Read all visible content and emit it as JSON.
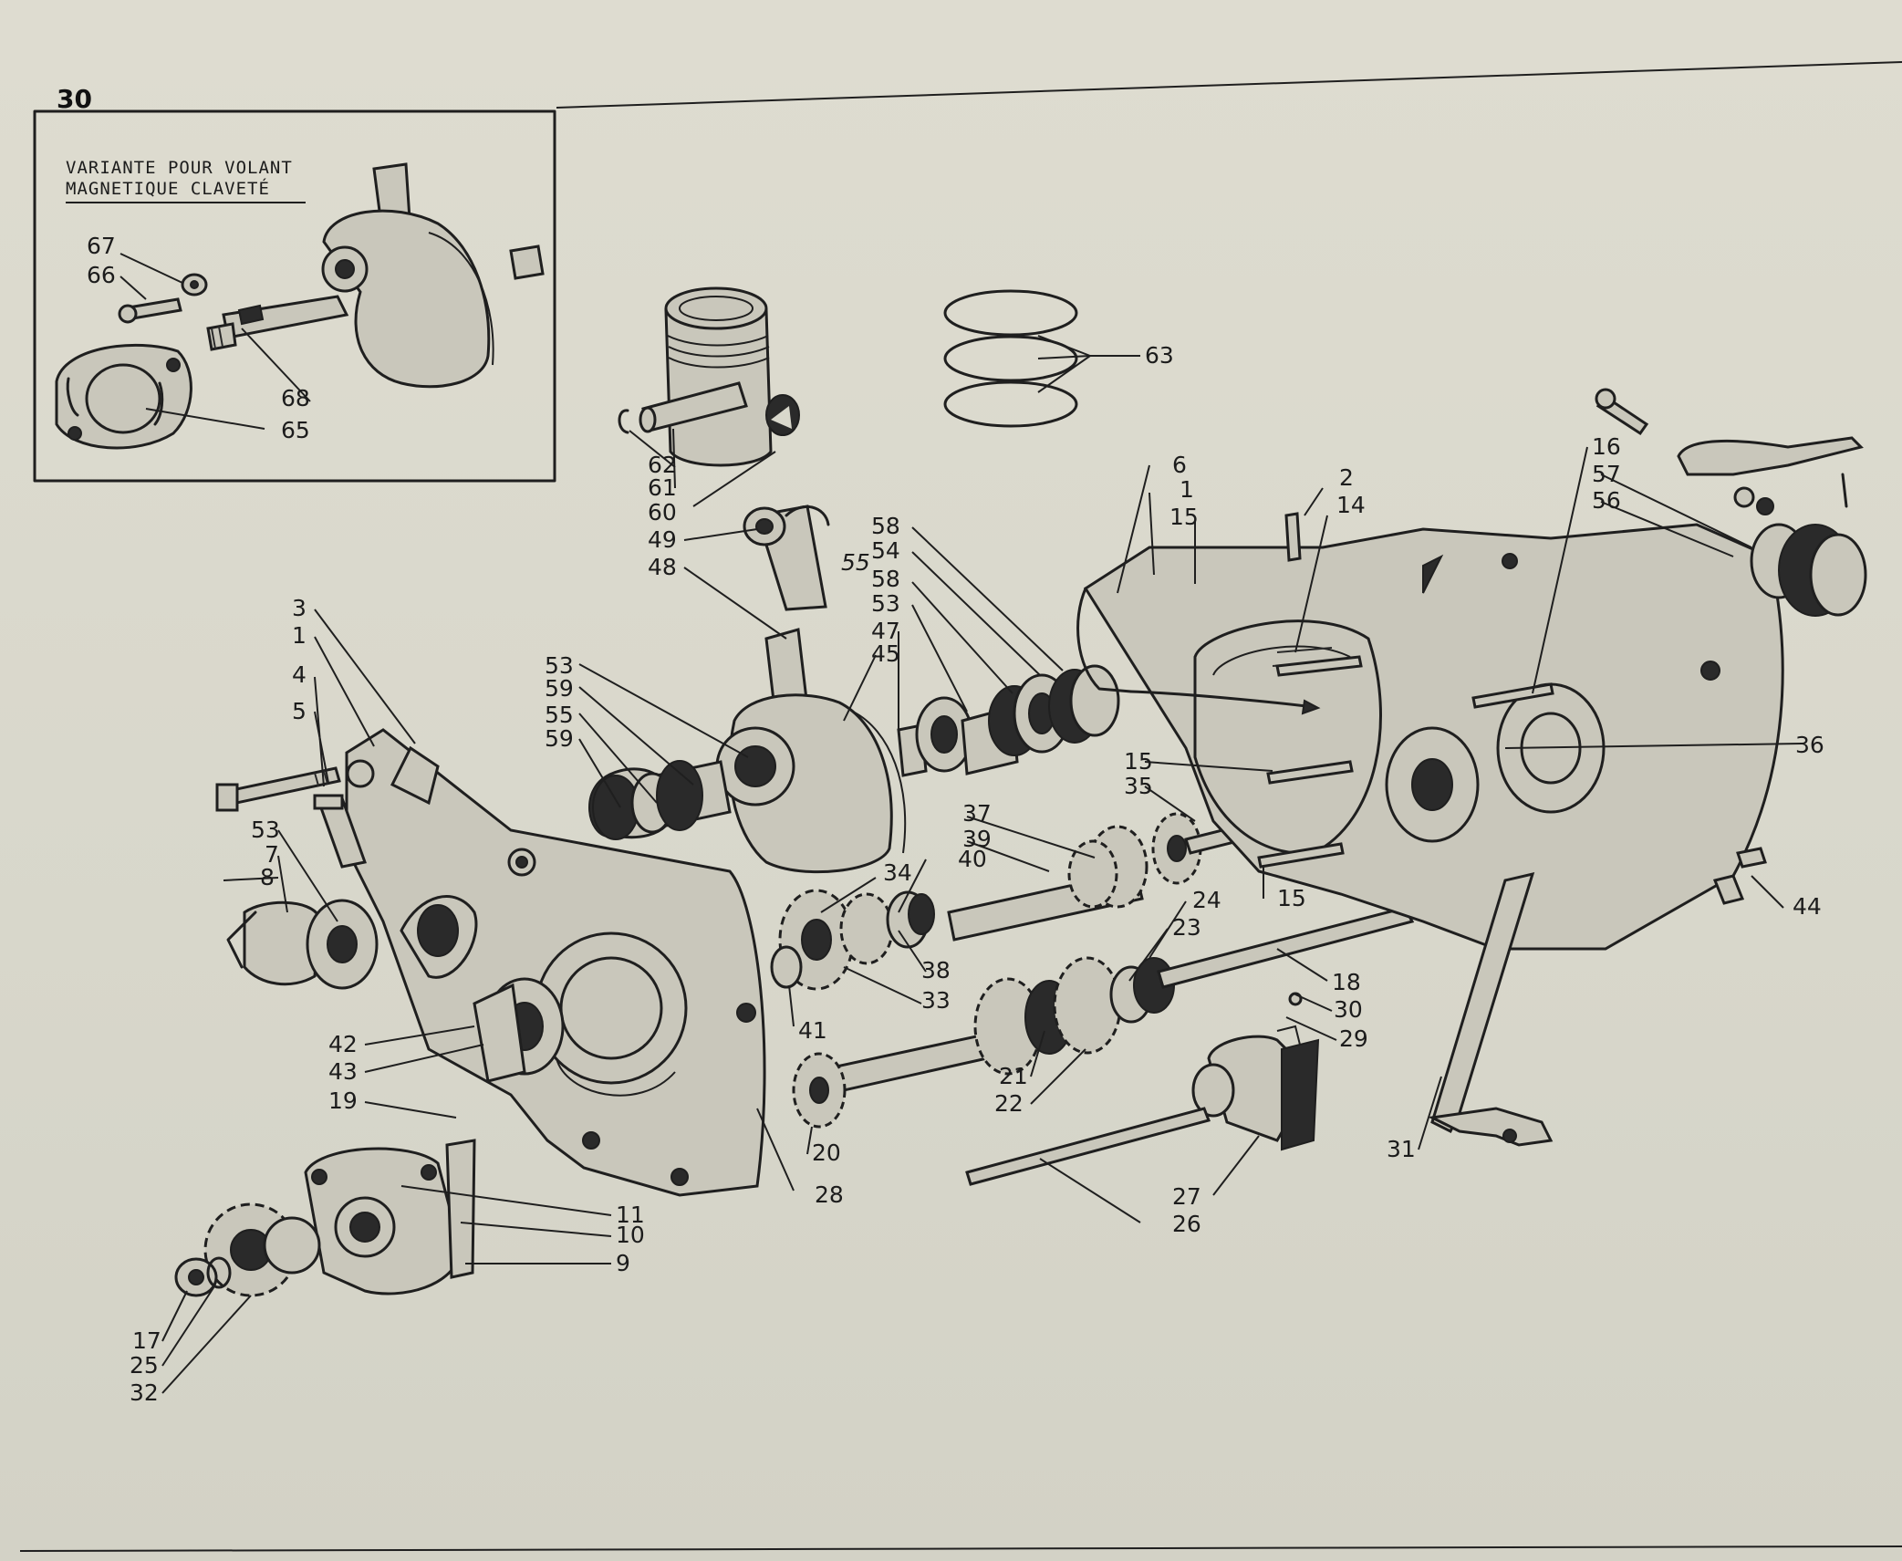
{
  "page": {
    "number": "30"
  },
  "inset": {
    "title_line1": "VARIANTE POUR VOLANT",
    "title_line2": "MAGNETIQUE CLAVETÉ"
  },
  "callouts": {
    "c67": "67",
    "c66": "66",
    "c68": "68",
    "c65": "65",
    "c63": "63",
    "c62": "62",
    "c61": "61",
    "c60": "60",
    "c49": "49",
    "c48": "48",
    "c55a": "55",
    "c58a": "58",
    "c54": "54",
    "c58b": "58",
    "c53a": "53",
    "c47": "47",
    "c45": "45",
    "c53b": "53",
    "c59a": "59",
    "c55b": "55",
    "c59b": "59",
    "c3": "3",
    "c1a": "1",
    "c4": "4",
    "c5": "5",
    "c53c": "53",
    "c7": "7",
    "c8": "8",
    "c6": "6",
    "c1b": "1",
    "c15a": "15",
    "c2": "2",
    "c14": "14",
    "c16": "16",
    "c57": "57",
    "c56": "56",
    "c36": "36",
    "c15b": "15",
    "c35": "35",
    "c15c": "15",
    "c44": "44",
    "c37": "37",
    "c39": "39",
    "c40": "40",
    "c34": "34",
    "c38": "38",
    "c33": "33",
    "c41": "41",
    "c24": "24",
    "c23": "23",
    "c18": "18",
    "c30": "30",
    "c29": "29",
    "c21": "21",
    "c22": "22",
    "c20": "20",
    "c28": "28",
    "c27": "27",
    "c26": "26",
    "c31": "31",
    "c42": "42",
    "c43": "43",
    "c19": "19",
    "c11": "11",
    "c10": "10",
    "c9": "9",
    "c17": "17",
    "c25": "25",
    "c32": "32"
  }
}
